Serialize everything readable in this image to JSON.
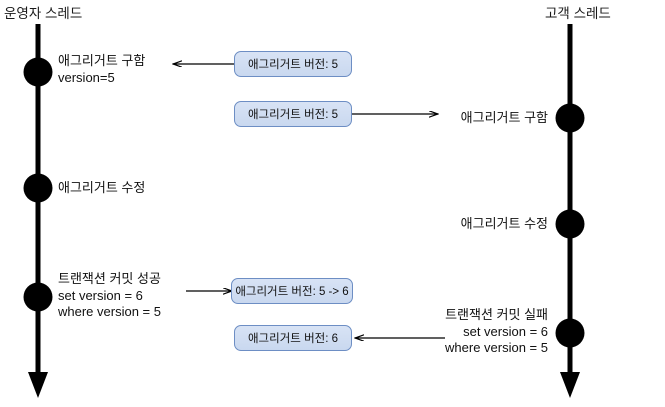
{
  "diagram": {
    "title_left": "운영자 스레드",
    "title_right": "고객 스레드",
    "accent_box_fill": "#cfdcf0",
    "accent_box_border": "#6d8ec4",
    "line_color": "#000000"
  },
  "left_lane": {
    "title": "운영자 스레드",
    "events": [
      {
        "label": "애그리거트 구함\nversion=5"
      },
      {
        "label": "애그리거트 수정"
      },
      {
        "label": "트랜잭션 커밋 성공\nset version = 6\nwhere version = 5"
      }
    ]
  },
  "right_lane": {
    "title": "고객 스레드",
    "events": [
      {
        "label": "애그리거트 구함"
      },
      {
        "label": "애그리거트 수정"
      },
      {
        "label": "트랜잭션 커밋 실패\nset version = 6\nwhere version = 5"
      }
    ]
  },
  "messages": [
    {
      "text": "애그리거트 버전: 5",
      "direction": "left"
    },
    {
      "text": "애그리거트 버전: 5",
      "direction": "right"
    },
    {
      "text": "애그리거트 버전: 5 -> 6",
      "direction": "right"
    },
    {
      "text": "애그리거트 버전: 6",
      "direction": "left"
    }
  ]
}
